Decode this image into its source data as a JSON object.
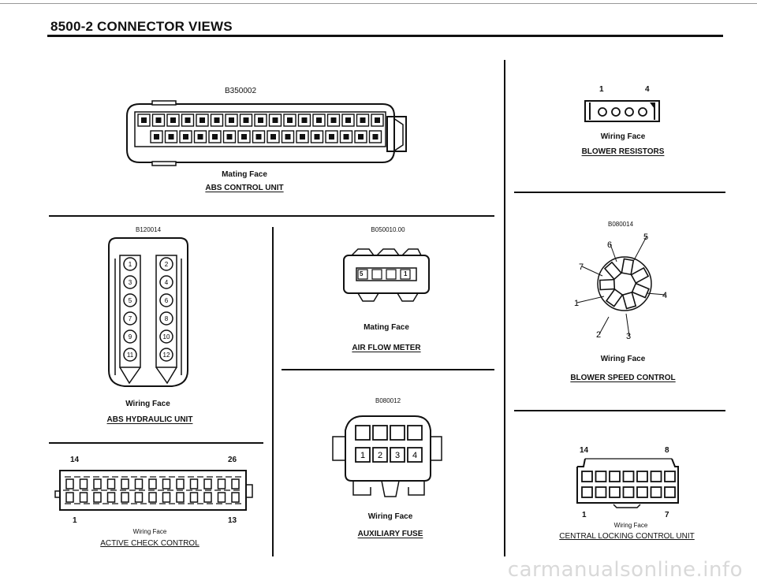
{
  "header": {
    "title": "8500-2 CONNECTOR VIEWS"
  },
  "abs_control": {
    "code": "B350002",
    "face": "Mating Face",
    "name": "ABS CONTROL UNIT"
  },
  "blower_resistors": {
    "pin_left": "1",
    "pin_right": "4",
    "face": "Wiring Face",
    "name": "BLOWER RESISTORS"
  },
  "abs_hydraulic": {
    "code": "B120014",
    "face": "Wiring Face",
    "name": "ABS HYDRAULIC UNIT",
    "pins": [
      "1",
      "2",
      "3",
      "4",
      "5",
      "6",
      "7",
      "8",
      "9",
      "10",
      "11",
      "12"
    ]
  },
  "air_flow": {
    "code": "B050010.00",
    "face": "Mating Face",
    "name": "AIR FLOW METER",
    "pin_left": "5",
    "pin_right": "1"
  },
  "blower_speed": {
    "code": "B080014",
    "face": "Wiring Face",
    "name": "BLOWER SPEED CONTROL",
    "pins": [
      "1",
      "2",
      "3",
      "4",
      "5",
      "6",
      "7"
    ]
  },
  "auxiliary_fuse": {
    "code": "B080012",
    "face": "Wiring Face",
    "name": "AUXILIARY FUSE",
    "pins": [
      "1",
      "2",
      "3",
      "4"
    ]
  },
  "active_check": {
    "pin_tl": "14",
    "pin_tr": "26",
    "pin_bl": "1",
    "pin_br": "13",
    "face": "Wiring Face",
    "name": "ACTIVE CHECK CONTROL"
  },
  "central_locking": {
    "pin_tl": "14",
    "pin_tr": "8",
    "pin_bl": "1",
    "pin_br": "7",
    "face": "Wiring Face",
    "name": "CENTRAL LOCKING CONTROL UNIT"
  },
  "watermark": {
    "text": "carmanualsonline.info"
  }
}
